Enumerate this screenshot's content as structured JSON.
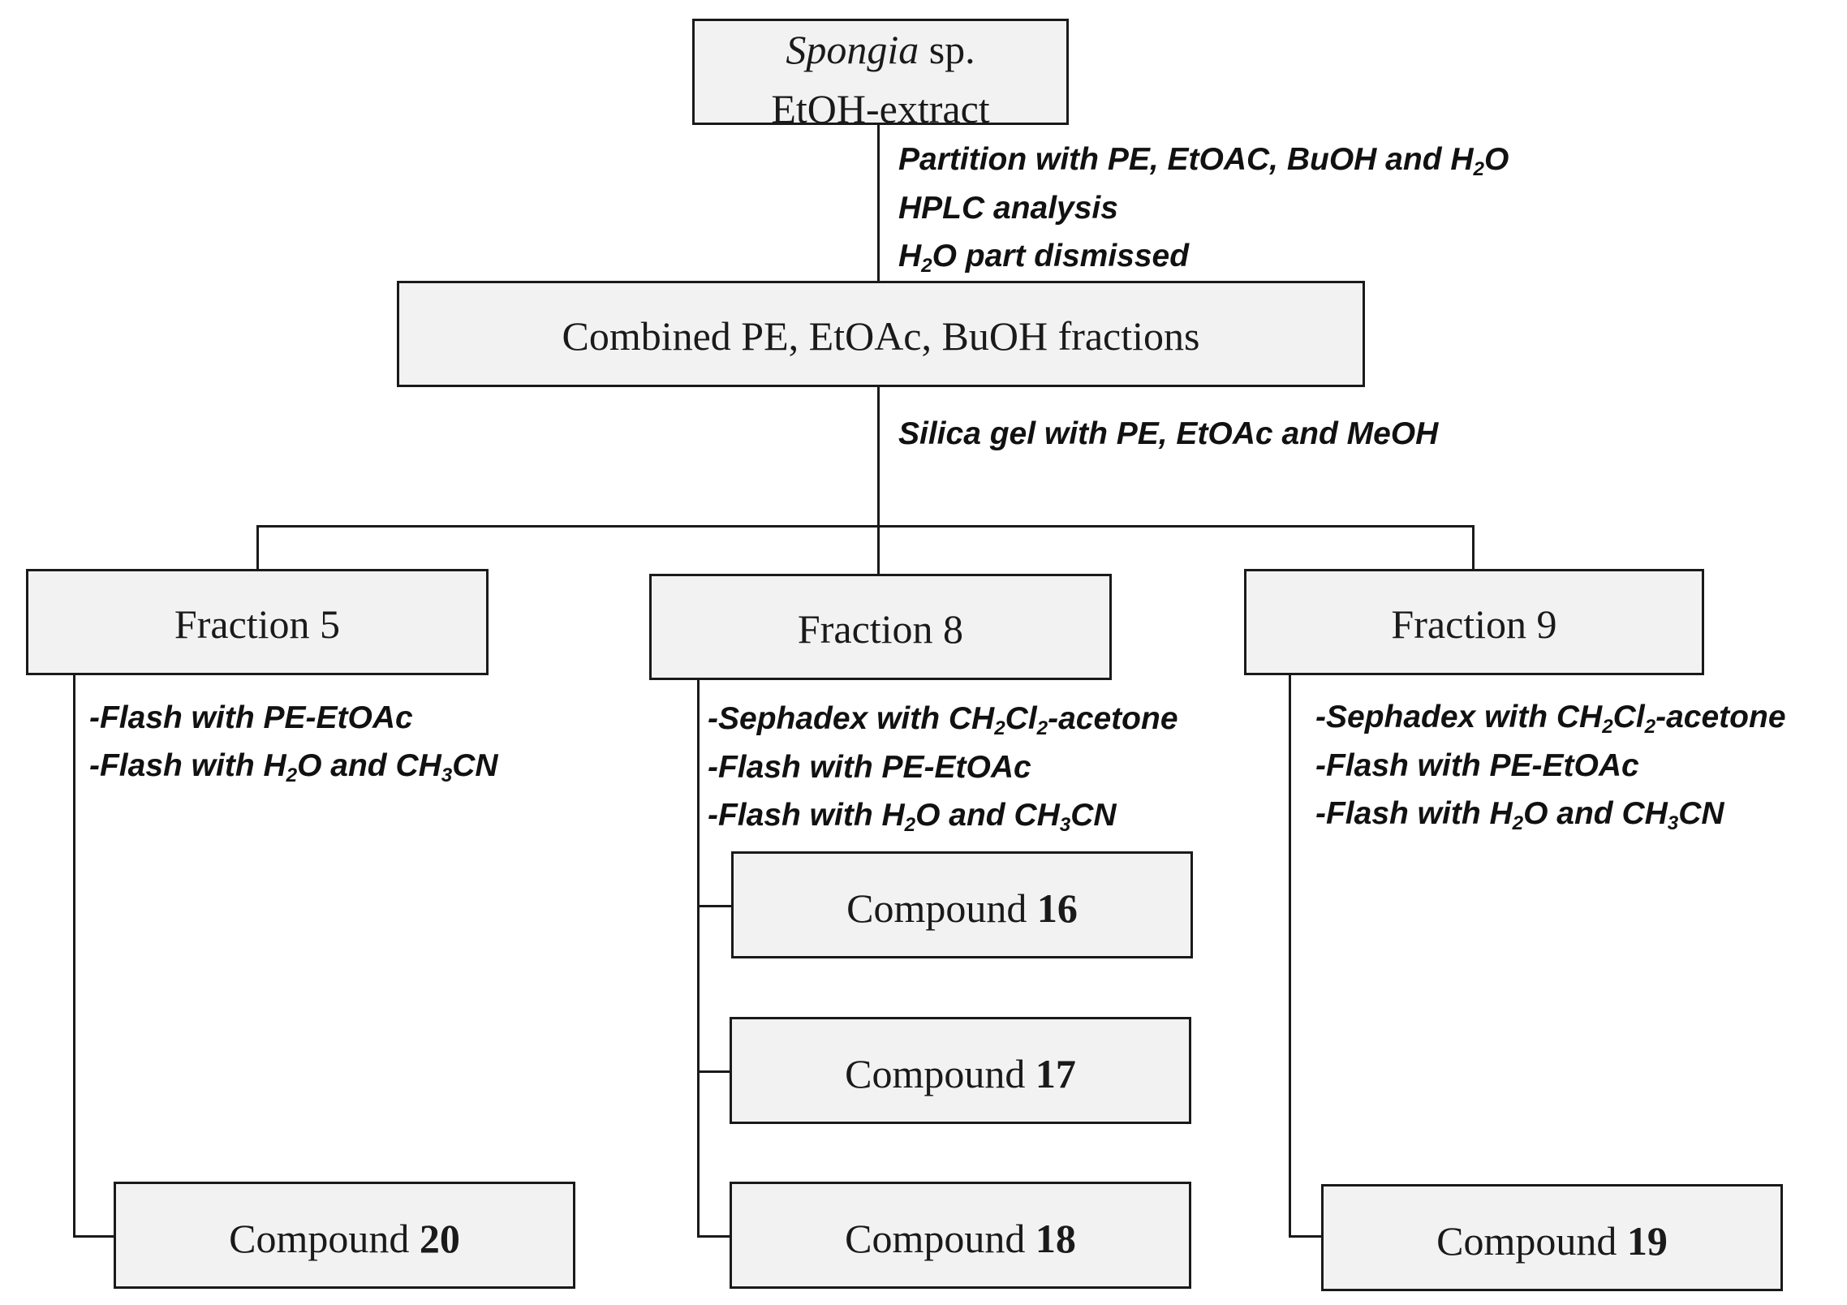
{
  "root": {
    "genus": "Spongia",
    "suffix": " sp.",
    "extract": "EtOH-extract"
  },
  "partition_steps": {
    "line1_pre": "Partition with PE, EtOAC, BuOH and H",
    "line1_sub": "2",
    "line1_post": "O",
    "line2": "HPLC analysis",
    "line3_pre": "H",
    "line3_sub": "2",
    "line3_post": "O part dismissed"
  },
  "combined": {
    "label": "Combined PE, EtOAc, BuOH fractions"
  },
  "silica_step": "Silica gel with PE, EtOAc and MeOH",
  "fraction5": {
    "label": "Fraction 5",
    "step1": "-Flash with PE-EtOAc",
    "step2_pre": "-Flash with H",
    "step2_sub1": "2",
    "step2_mid": "O and CH",
    "step2_sub2": "3",
    "step2_post": "CN",
    "compound_prefix": "Compound ",
    "compound_number": "20"
  },
  "fraction8": {
    "label": "Fraction 8",
    "step1_pre": "-Sephadex with CH",
    "step1_sub1": "2",
    "step1_mid": "Cl",
    "step1_sub2": "2",
    "step1_post": "-acetone",
    "step2": "-Flash with PE-EtOAc",
    "step3_pre": "-Flash with H",
    "step3_sub1": "2",
    "step3_mid": "O and CH",
    "step3_sub2": "3",
    "step3_post": "CN",
    "compounds": [
      {
        "prefix": "Compound ",
        "number": "16"
      },
      {
        "prefix": "Compound ",
        "number": "17"
      },
      {
        "prefix": "Compound ",
        "number": "18"
      }
    ]
  },
  "fraction9": {
    "label": "Fraction 9",
    "step1_pre": "-Sephadex with CH",
    "step1_sub1": "2",
    "step1_mid": "Cl",
    "step1_sub2": "2",
    "step1_post": "-acetone",
    "step2": "-Flash with PE-EtOAc",
    "step3_pre": "-Flash with H",
    "step3_sub1": "2",
    "step3_mid": "O and CH",
    "step3_sub2": "3",
    "step3_post": "CN",
    "compound_prefix": "Compound ",
    "compound_number": "19"
  },
  "colors": {
    "box_fill": "#f2f2f2",
    "line": "#1a1a1a",
    "text": "#111111"
  }
}
